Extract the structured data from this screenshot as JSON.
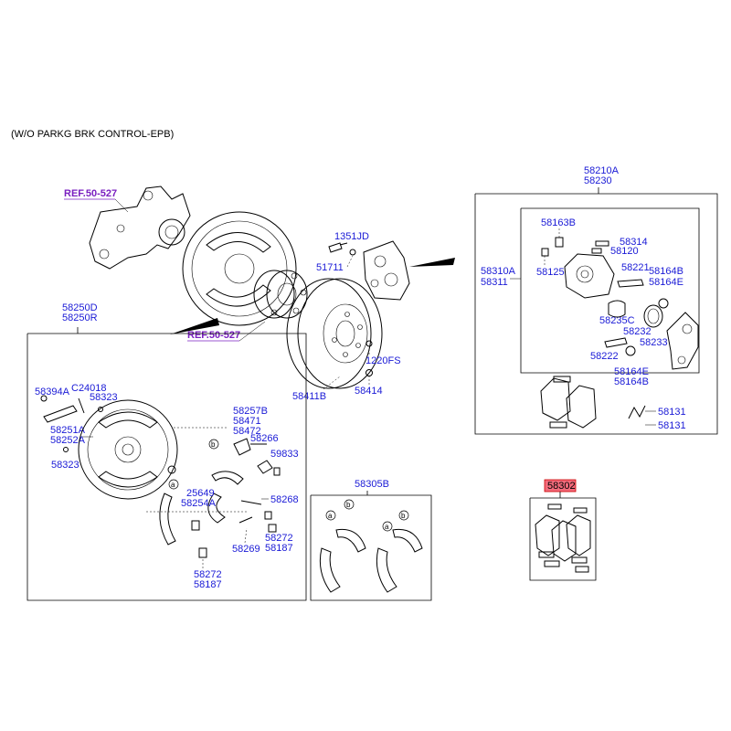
{
  "header": {
    "condition": "(W/O PARKG BRK CONTROL-EPB)"
  },
  "refs": {
    "knuckle": "REF.50-527",
    "hub": "REF.50-527"
  },
  "hub_group": {
    "bolt": "1351JD",
    "nut": "51711",
    "disc": "58411B",
    "screw_fs": "1220FS",
    "part_58414": "58414"
  },
  "caliper_group": {
    "assembly_l": "58210A",
    "assembly_r": "58230",
    "caliper_l": "58310A",
    "caliper_r": "58311",
    "bleeder_cap": "58163B",
    "bleeder_screw": "58125",
    "pin_a": "58314",
    "pin_b": "58120",
    "guide_rod": "58221",
    "boot_a": "58164B",
    "boot_b": "58164E",
    "piston_seal": "58235C",
    "piston": "58232",
    "seal_ring": "58233",
    "guide_rod_2": "58222",
    "boot_c": "58164E",
    "boot_d": "58164B",
    "spring_a": "58131",
    "spring_b": "58131"
  },
  "backplate_group": {
    "assembly_l": "58250D",
    "assembly_r": "58250R",
    "lever": "58394A",
    "pin": "C24018",
    "washer": "58323",
    "backplate_l": "58251A",
    "backplate_r": "58252A",
    "washer_2": "58323",
    "adjuster_a": "58257B",
    "adjuster_b": "58471",
    "adjuster_c": "58472",
    "spring_266": "58266",
    "bolt_833": "59833",
    "spring_268": "58268",
    "strut": "25649",
    "strut_b": "58254A",
    "retainer": "58269",
    "pin_272": "58272",
    "cup_187": "58187",
    "pin_272_b": "58272",
    "cup_187_b": "58187"
  },
  "shoe_group": {
    "label": "58305B"
  },
  "pad_group": {
    "label": "58302"
  },
  "callouts": {
    "a": "a",
    "b": "b"
  },
  "colors": {
    "label_blue": "#1a1ad6",
    "ref_purple": "#7a1fc0",
    "highlight_red": "#f26b7b"
  }
}
